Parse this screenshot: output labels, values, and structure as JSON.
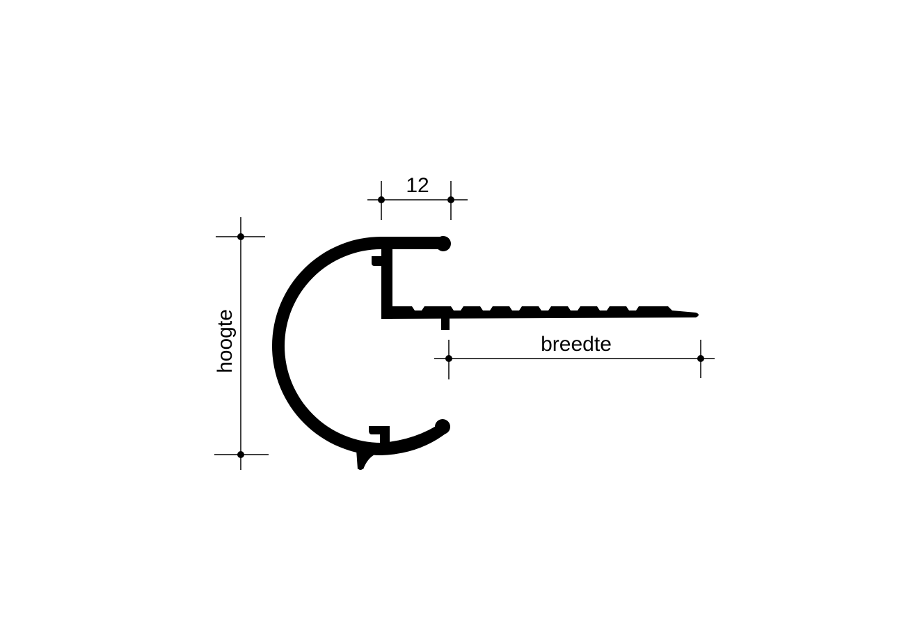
{
  "dimensions": {
    "width_label": "12",
    "height_label": "hoogte",
    "depth_label": "breedte"
  },
  "colors": {
    "profile": "#000000",
    "background": "#ffffff",
    "dimension_lines": "#000000"
  }
}
